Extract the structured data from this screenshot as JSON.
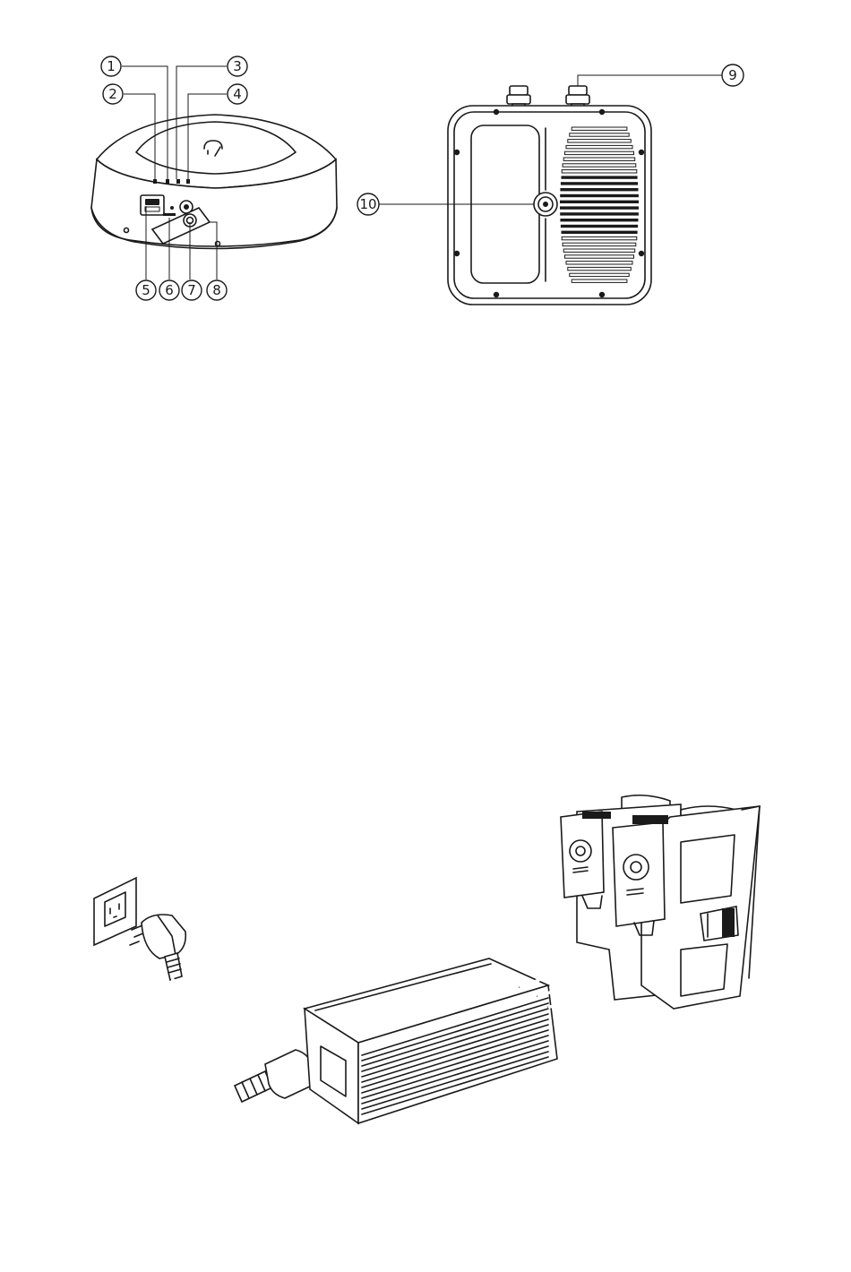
{
  "diagram": {
    "callouts": [
      "1",
      "2",
      "3",
      "4",
      "5",
      "6",
      "7",
      "8",
      "9",
      "10"
    ]
  },
  "colors": {
    "line": "#1a1a1a",
    "background": "#ffffff"
  }
}
